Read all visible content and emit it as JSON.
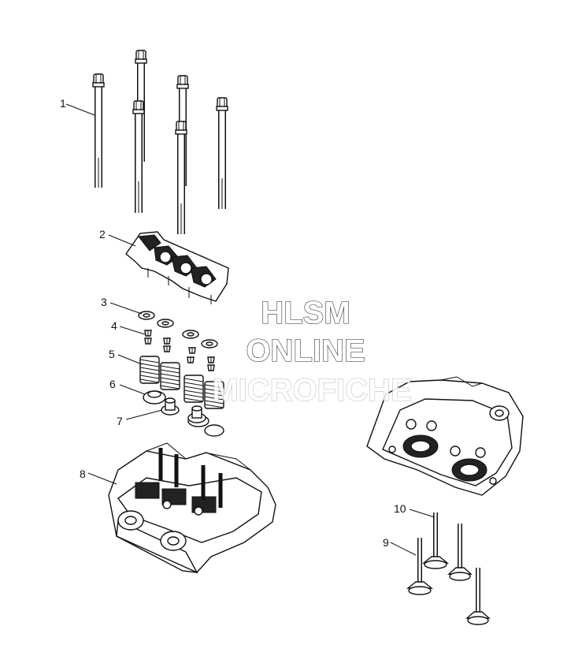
{
  "labels": [
    {
      "id": "1",
      "text": "1"
    },
    {
      "id": "2",
      "text": "2"
    },
    {
      "id": "3",
      "text": "3"
    },
    {
      "id": "4",
      "text": "4"
    },
    {
      "id": "5",
      "text": "5"
    },
    {
      "id": "6",
      "text": "6"
    },
    {
      "id": "7",
      "text": "7"
    },
    {
      "id": "8",
      "text": "8"
    },
    {
      "id": "9",
      "text": "9"
    },
    {
      "id": "10",
      "text": "10"
    }
  ],
  "watermark": {
    "line1": "HLSM",
    "line2": "ONLINE",
    "line3": "MICROFICHE"
  }
}
